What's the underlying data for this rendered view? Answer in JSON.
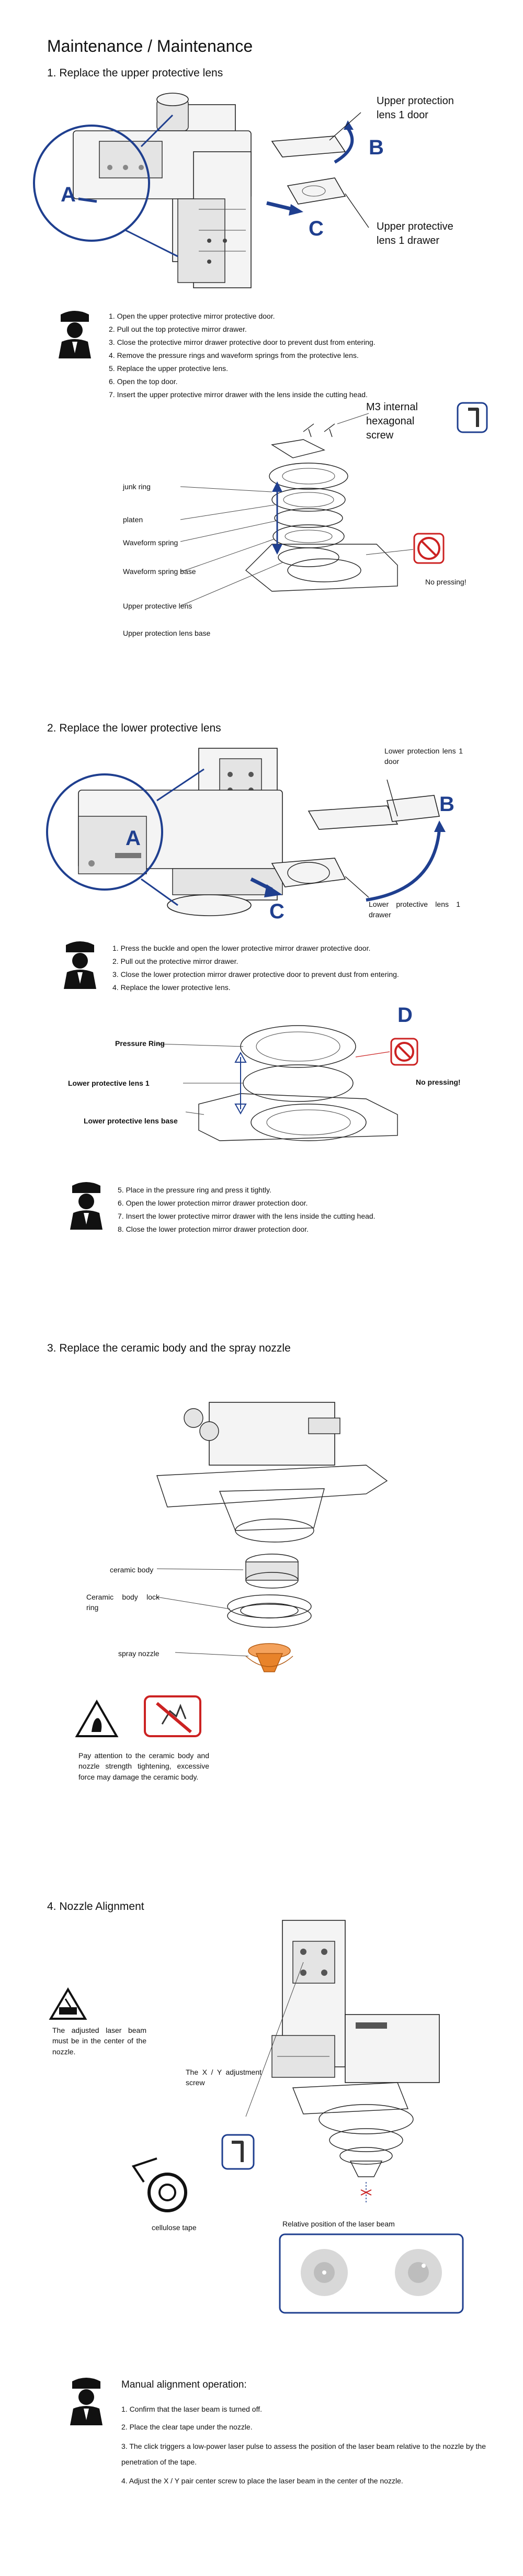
{
  "page": {
    "title": "Maintenance / Maintenance"
  },
  "sec1": {
    "heading": "1.  Replace the upper protective lens",
    "door_label": "Upper  protection lens 1 door",
    "drawer_label": "Upper  protective lens 1 drawer",
    "letters": [
      "A",
      "B",
      "C"
    ],
    "steps": [
      "1.  Open the upper protective mirror protective door.",
      "2.  Pull out the top protective mirror drawer.",
      "3.  Close the protective mirror drawer protective door to prevent dust from entering.",
      "4.  Remove the pressure rings and waveform springs from the protective lens.",
      "5.  Replace the upper protective lens.",
      "6.  Open the top door.",
      "7.  Insert the upper protective mirror drawer with the lens inside the cutting head."
    ],
    "screw_label": "M3 internal hexagonal screw",
    "parts": [
      "junk ring",
      "platen",
      "Waveform spring",
      "Waveform spring base",
      "Upper protective lens",
      "Upper  protection  lens base"
    ],
    "no_pressing": "No pressing!"
  },
  "sec2": {
    "heading": "2.  Replace the lower protective lens",
    "door_label": "Lower  protection  lens 1 door",
    "drawer_label": "Lower  protective  lens 1 drawer",
    "letters": [
      "A",
      "B",
      "C",
      "D"
    ],
    "steps_a": [
      "1.  Press the buckle and open the lower protective mirror drawer protective door.",
      "2.  Pull out the protective mirror drawer.",
      "3.  Close the lower protection mirror drawer protective door to prevent dust from entering.",
      "4.  Replace the lower protective lens."
    ],
    "parts": [
      "Pressure Ring",
      "Lower protective lens 1",
      "Lower protective lens base"
    ],
    "no_pressing": "No pressing!",
    "steps_b": [
      "5.  Place in the pressure ring and press it tightly.",
      "6.  Open the lower protection mirror drawer protection door.",
      "7.  Insert the lower protective mirror drawer with the lens inside the cutting head.",
      "8.  Close the lower protection mirror drawer protection door."
    ]
  },
  "sec3": {
    "heading": "3.  Replace the ceramic body and the spray nozzle",
    "parts": [
      "ceramic body",
      "Ceramic  body  lock ring",
      "spray nozzle"
    ],
    "warning": "Pay attention to the ceramic body and  nozzle  strength  tightening, excessive force may damage the ceramic body."
  },
  "sec4": {
    "heading": "4.  Nozzle Alignment",
    "laser_note": "The  adjusted  laser  beam must be in the center of the nozzle.",
    "screw_label": "The X / Y adjustment screw",
    "tape_label": "cellulose tape",
    "relative_label": "Relative position of the laser beam",
    "manual_title": "Manual alignment operation:",
    "steps": [
      "1.  Confirm that the laser beam is turned off.",
      "2.  Place the clear tape under the nozzle.",
      "3.  The click triggers a low-power laser pulse to assess the position of the laser beam relative to the nozzle by the penetration of the tape.",
      "4.  Adjust the X / Y pair center screw to place the laser beam in the center of the nozzle."
    ]
  },
  "colors": {
    "accent_blue": "#1f3f8f",
    "warning_red": "#cc2222",
    "orange": "#e8832a"
  },
  "icons": [
    "worker-icon",
    "hex-key-icon",
    "no-pressing-icon",
    "hazard-triangle-icon",
    "no-hand-icon",
    "tape-roll-icon"
  ]
}
